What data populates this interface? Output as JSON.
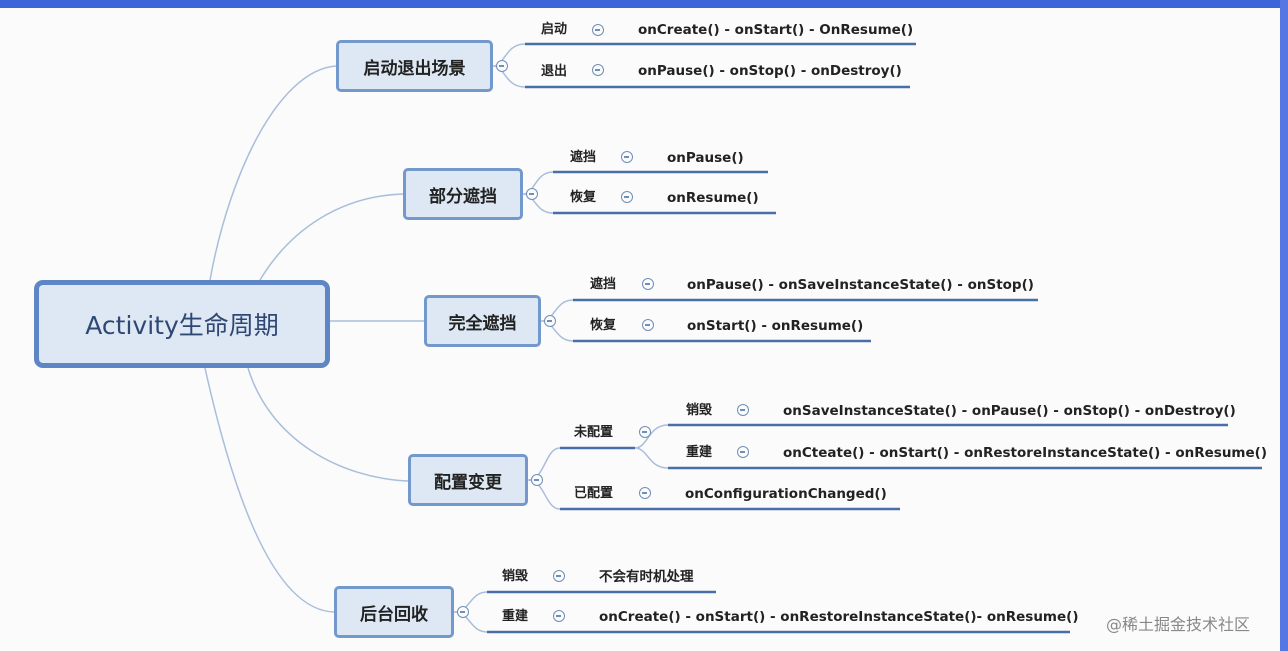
{
  "root": "Activity生命周期",
  "topics": [
    {
      "id": "launch-exit",
      "label": "启动退出场景",
      "children": [
        {
          "label": "启动",
          "method": "onCreate() - onStart() - OnResume()"
        },
        {
          "label": "退出",
          "method": "onPause() - onStop() - onDestroy()"
        }
      ]
    },
    {
      "id": "partial-cover",
      "label": "部分遮挡",
      "children": [
        {
          "label": "遮挡",
          "method": "onPause()"
        },
        {
          "label": "恢复",
          "method": "onResume()"
        }
      ]
    },
    {
      "id": "full-cover",
      "label": "完全遮挡",
      "children": [
        {
          "label": "遮挡",
          "method": "onPause() - onSaveInstanceState() - onStop()"
        },
        {
          "label": "恢复",
          "method": "onStart() - onResume()"
        }
      ]
    },
    {
      "id": "config-change",
      "label": "配置变更",
      "children": [
        {
          "label": "未配置",
          "children": [
            {
              "label": "销毁",
              "method": "onSaveInstanceState() - onPause() - onStop() - onDestroy()"
            },
            {
              "label": "重建",
              "method": "onCteate() - onStart()  - onRestoreInstanceState() - onResume()"
            }
          ]
        },
        {
          "label": "已配置",
          "method": "onConfigurationChanged()"
        }
      ]
    },
    {
      "id": "background-recycle",
      "label": "后台回收",
      "children": [
        {
          "label": "销毁",
          "method": "不会有时机处理"
        },
        {
          "label": "重建",
          "method": "onCreate() - onStart() - onRestoreInstanceState()- onResume()"
        }
      ]
    }
  ],
  "watermark": "@稀土掘金技术社区",
  "colors": {
    "accent": "#3f63d8",
    "node_border": "#7398cc",
    "node_fill": "#dde8f4",
    "underline": "#4a6fa8"
  }
}
